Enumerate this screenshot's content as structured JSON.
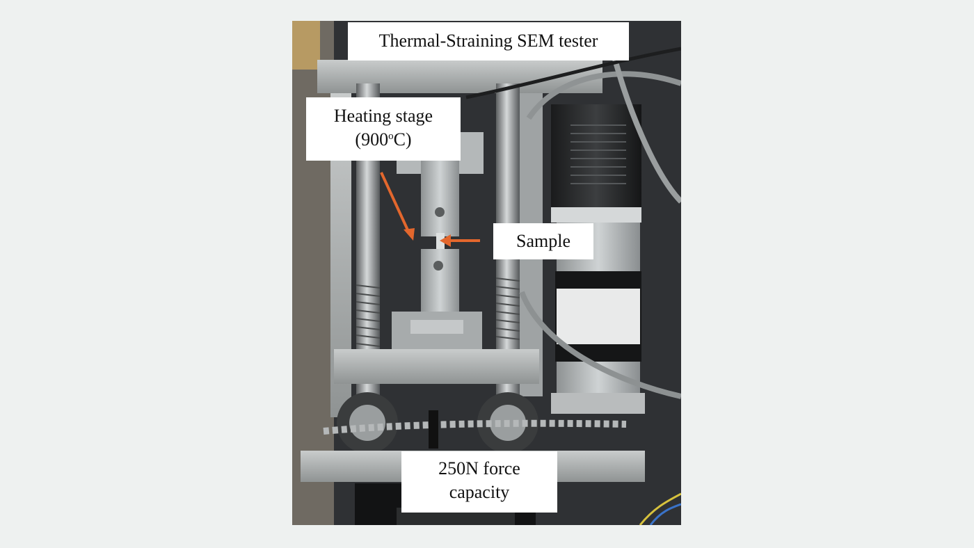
{
  "labels": {
    "title": "Thermal-Straining SEM tester",
    "heating_line1": "Heating stage",
    "heating_prefix": "(900",
    "heating_sup": "o",
    "heating_suffix": "C)",
    "sample": "Sample",
    "force_line1": "250N force",
    "force_line2": "capacity"
  },
  "colors": {
    "background": "#eef1f0",
    "arrow": "#e3672d",
    "label_bg": "#ffffff"
  }
}
